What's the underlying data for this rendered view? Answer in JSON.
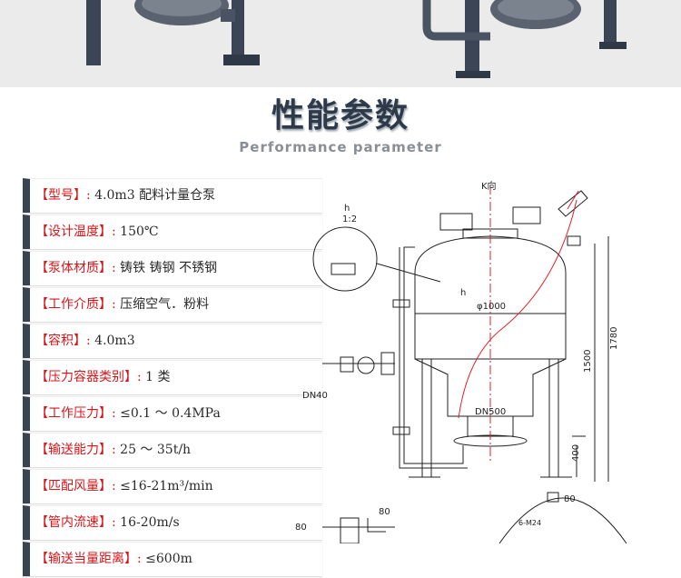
{
  "heading": {
    "title_cn": "性能参数",
    "title_en": "Performance parameter"
  },
  "specs": [
    {
      "label": "【型号】:",
      "value": " 4.0m3 配料计量仓泵"
    },
    {
      "label": "【设计温度】:",
      "value": " 150℃"
    },
    {
      "label": "【泵体材质】:",
      "value": " 铸铁 铸钢 不锈钢"
    },
    {
      "label": "【工作介质】:",
      "value": " 压缩空气．粉料"
    },
    {
      "label": "【容积】:",
      "value": " 4.0m3"
    },
    {
      "label": "【压力容器类别】:",
      "value": " 1 类"
    },
    {
      "label": "【工作压力】:",
      "value": " ≤0.1 ～ 0.4MPa"
    },
    {
      "label": "【输送能力】:",
      "value": " 25 ～ 35t/h"
    },
    {
      "label": "【匹配风量】:",
      "value": " ≤16-21m³/min"
    },
    {
      "label": "【管内流速】:",
      "value": " 16-20m/s"
    },
    {
      "label": "【输送当量距离】:",
      "value": " ≤600m"
    }
  ],
  "drawing": {
    "k_direction": "K向",
    "detail_letter": "h",
    "detail_scale": "1:2",
    "leader_letter": "h",
    "diameter": "φ1000",
    "outlet": "DN500",
    "inlet": "DN40",
    "dim_1500": "1500",
    "dim_1780": "1780",
    "dim_400": "400",
    "dim_80_left": "80",
    "dim_80_right": "80",
    "dim_80_small": "80",
    "bolts": "6-M24"
  },
  "colors": {
    "label_red": "#d8161a",
    "bar_dark": "#3a4350",
    "heading_navy": "#2e3a4a",
    "drawing_red": "#e0202a"
  }
}
